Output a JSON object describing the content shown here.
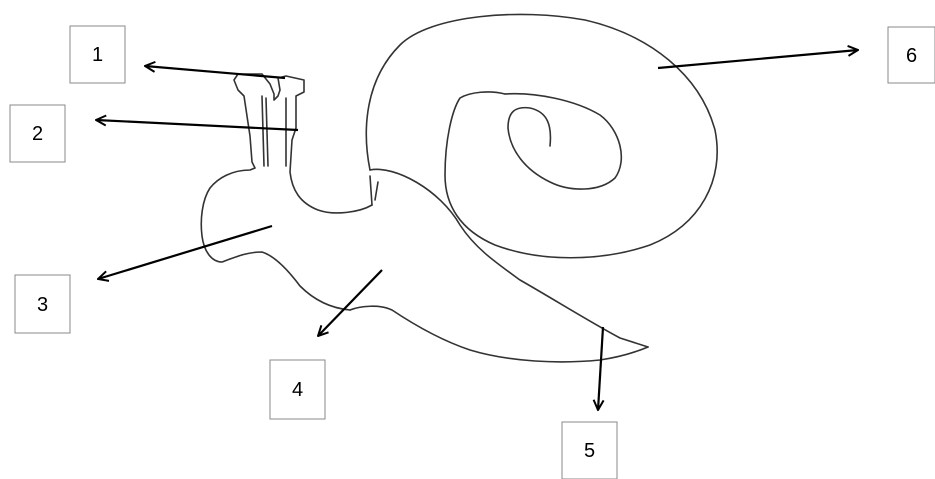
{
  "labels": {
    "l1": "1",
    "l2": "2",
    "l3": "3",
    "l4": "4",
    "l5": "5",
    "l6": "6"
  },
  "colors": {
    "outline": "#333333",
    "arrow": "#000000",
    "box_border": "#8a8a8a",
    "background": "#ffffff"
  }
}
